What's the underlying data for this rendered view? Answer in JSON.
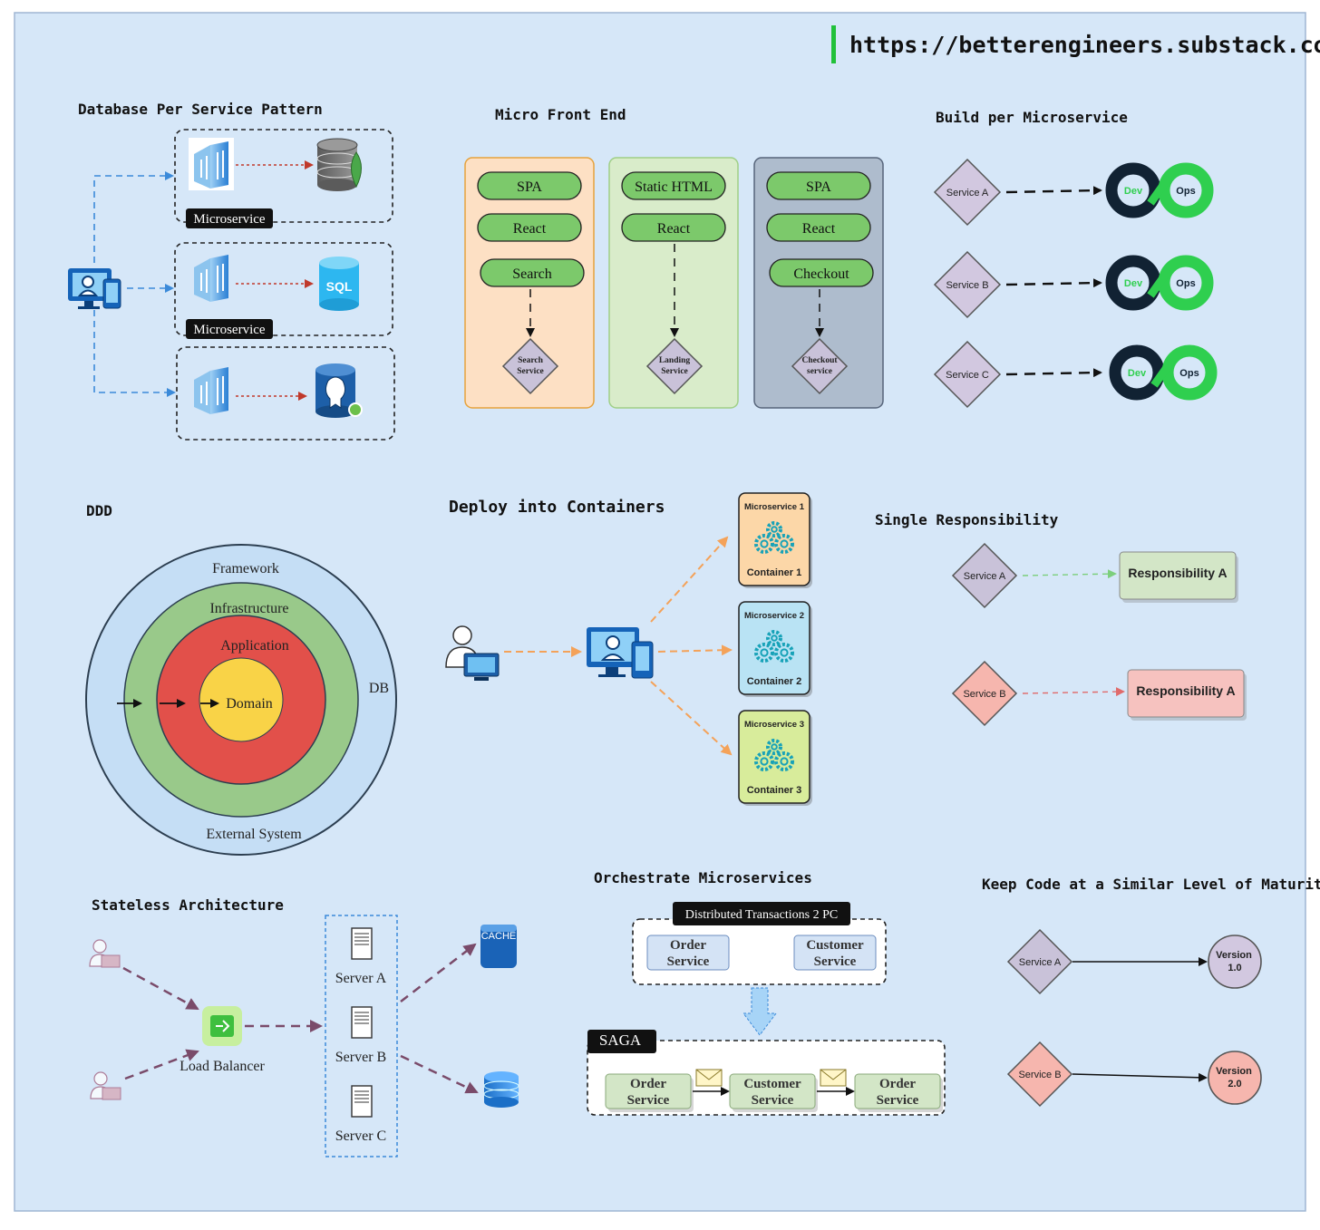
{
  "url": "https://betterengineers.substack.com",
  "sections": {
    "db_per_service": {
      "title": "Database Per Service Pattern",
      "microservice_label": "Microservice",
      "sql_label": "SQL"
    },
    "micro_front_end": {
      "title": "Micro Front End",
      "columns": [
        {
          "items": [
            "SPA",
            "React",
            "Search"
          ],
          "service": [
            "Search",
            "Service"
          ],
          "color": "#fde0c4"
        },
        {
          "items": [
            "Static HTML",
            "React"
          ],
          "service": [
            "Landing",
            "Service"
          ],
          "color": "#d9ecca"
        },
        {
          "items": [
            "SPA",
            "React",
            "Checkout"
          ],
          "service": [
            "Checkout",
            "service"
          ],
          "color": "#aebccd"
        }
      ]
    },
    "build_per_microservice": {
      "title": "Build per Microservice",
      "services": [
        "Service A",
        "Service B",
        "Service C"
      ],
      "dev_label": "Dev",
      "ops_label": "Ops"
    },
    "ddd": {
      "title": "DDD",
      "rings": [
        "Framework",
        "Infrastructure",
        "Application",
        "Domain"
      ],
      "external_label": "External System",
      "db_label": "DB"
    },
    "deploy_containers": {
      "title": "Deploy into Containers",
      "containers": [
        {
          "top": "Microservice 1",
          "bottom": "Container 1",
          "color": "#fcd7a8"
        },
        {
          "top": "Microservice 2",
          "bottom": "Container 2",
          "color": "#b9e3f4"
        },
        {
          "top": "Microservice 3",
          "bottom": "Container 3",
          "color": "#d8ec9b"
        }
      ]
    },
    "single_responsibility": {
      "title": "Single Responsibility",
      "rows": [
        {
          "service": "Service A",
          "responsibility": "Responsibility A",
          "color": "#d3e6c7"
        },
        {
          "service": "Service B",
          "responsibility": "Responsibility A",
          "color": "#f6c2bf"
        }
      ]
    },
    "stateless": {
      "title": "Stateless Architecture",
      "load_balancer": "Load Balancer",
      "servers": [
        "Server A",
        "Server B",
        "Server C"
      ],
      "cache_label": "CACHE"
    },
    "orchestrate": {
      "title": "Orchestrate Microservices",
      "two_pc_label": "Distributed Transactions 2 PC",
      "two_pc_services": [
        [
          "Order",
          "Service"
        ],
        [
          "Customer",
          "Service"
        ]
      ],
      "saga_label": "SAGA",
      "saga_services": [
        [
          "Order",
          "Service"
        ],
        [
          "Customer",
          "Service"
        ],
        [
          "Order",
          "Service"
        ]
      ]
    },
    "maturity": {
      "title": "Keep Code at a Similar Level of Maturity",
      "rows": [
        {
          "service": "Service A",
          "version": [
            "Version",
            "1.0"
          ],
          "color": "#d2c8e0"
        },
        {
          "service": "Service B",
          "version": [
            "Version",
            "2.0"
          ],
          "color": "#f6b6ae"
        }
      ]
    }
  }
}
